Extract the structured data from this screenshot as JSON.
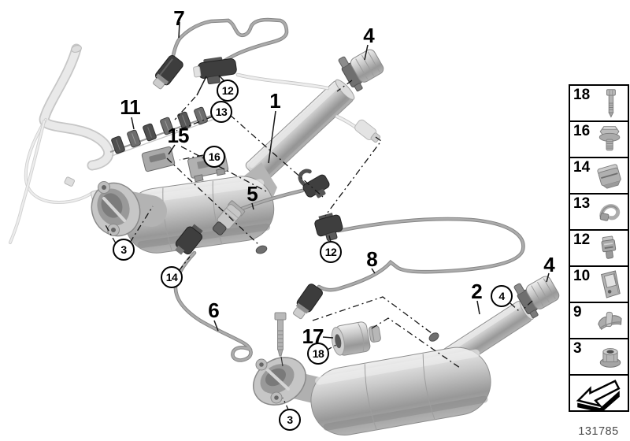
{
  "figure": {
    "drawing_number": "131785"
  },
  "callouts": [
    {
      "label": "7",
      "style": "plain"
    },
    {
      "label": "4",
      "style": "plain"
    },
    {
      "label": "1",
      "style": "plain"
    },
    {
      "label": "11",
      "style": "plain"
    },
    {
      "label": "15",
      "style": "plain"
    },
    {
      "label": "12",
      "style": "circled"
    },
    {
      "label": "13",
      "style": "circled"
    },
    {
      "label": "16",
      "style": "circled"
    },
    {
      "label": "5",
      "style": "plain"
    },
    {
      "label": "3",
      "style": "circled"
    },
    {
      "label": "14",
      "style": "circled"
    },
    {
      "label": "12",
      "style": "circled"
    },
    {
      "label": "8",
      "style": "plain"
    },
    {
      "label": "2",
      "style": "plain"
    },
    {
      "label": "4",
      "style": "circled"
    },
    {
      "label": "4",
      "style": "plain"
    },
    {
      "label": "6",
      "style": "plain"
    },
    {
      "label": "17",
      "style": "plain"
    },
    {
      "label": "18",
      "style": "circled"
    },
    {
      "label": "3",
      "style": "circled"
    }
  ],
  "legend": {
    "items": [
      {
        "number": "18",
        "icon": "stud-bolt-icon"
      },
      {
        "number": "16",
        "icon": "flange-screw-icon"
      },
      {
        "number": "14",
        "icon": "spring-clip-icon"
      },
      {
        "number": "13",
        "icon": "retaining-clip-icon"
      },
      {
        "number": "12",
        "icon": "cable-clip-icon"
      },
      {
        "number": "10",
        "icon": "holder-bracket-icon"
      },
      {
        "number": "9",
        "icon": "clamp-icon"
      },
      {
        "number": "3",
        "icon": "flange-nut-icon"
      }
    ],
    "footer_icon": "direction-arrow-icon"
  }
}
